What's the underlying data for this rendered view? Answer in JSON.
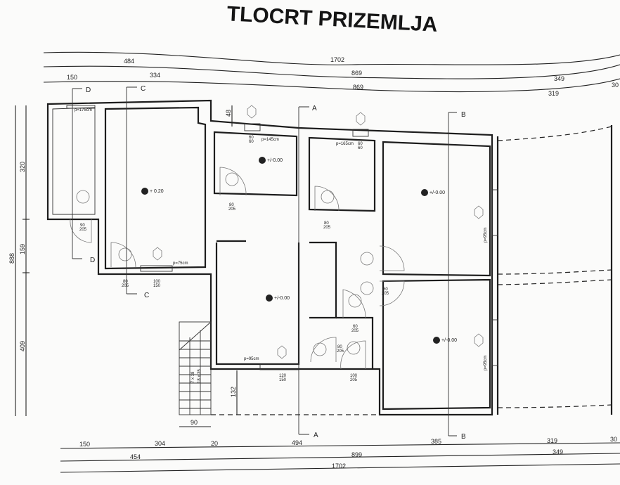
{
  "title": "TLOCRT PRIZEMLJA",
  "dimensions": {
    "top_row1": [
      "1702"
    ],
    "top_row2": [
      "484",
      "869",
      "349"
    ],
    "top_row3": [
      "150",
      "334",
      "869",
      "319",
      "30"
    ],
    "left_outer": [
      "888"
    ],
    "left_inner": [
      "320",
      "159",
      "409"
    ],
    "bottom_row1": [
      "150",
      "304",
      "20",
      "494",
      "385",
      "319",
      "30"
    ],
    "bottom_row2": [
      "454",
      "899",
      "349"
    ],
    "bottom_row3": [
      "1702"
    ],
    "misc": [
      "48",
      "132",
      "90"
    ]
  },
  "sections": [
    "A",
    "A",
    "B",
    "B",
    "C",
    "C",
    "D",
    "D"
  ],
  "levels": [
    "+ 0.20",
    "+/-0.00",
    "+/-0.00",
    "+/-0.00",
    "+/-0.00"
  ],
  "parapets": [
    "p=175cm",
    "p=145cm",
    "p=165cm",
    "p=75cm",
    "p=95cm",
    "p=95cm",
    "p=95cm"
  ],
  "openings": [
    {
      "w": "90",
      "h": "205"
    },
    {
      "w": "80",
      "h": "205"
    },
    {
      "w": "100",
      "h": "150"
    },
    {
      "w": "80",
      "h": "205"
    },
    {
      "w": "60",
      "h": "60"
    },
    {
      "w": "80",
      "h": "205"
    },
    {
      "w": "60",
      "h": "60"
    },
    {
      "w": "120",
      "h": "150"
    },
    {
      "w": "100",
      "h": "205"
    },
    {
      "w": "60",
      "h": "205"
    },
    {
      "w": "80",
      "h": "205"
    },
    {
      "w": "60",
      "h": "205"
    }
  ],
  "stair": [
    "7 x 18",
    "18 x 35"
  ]
}
